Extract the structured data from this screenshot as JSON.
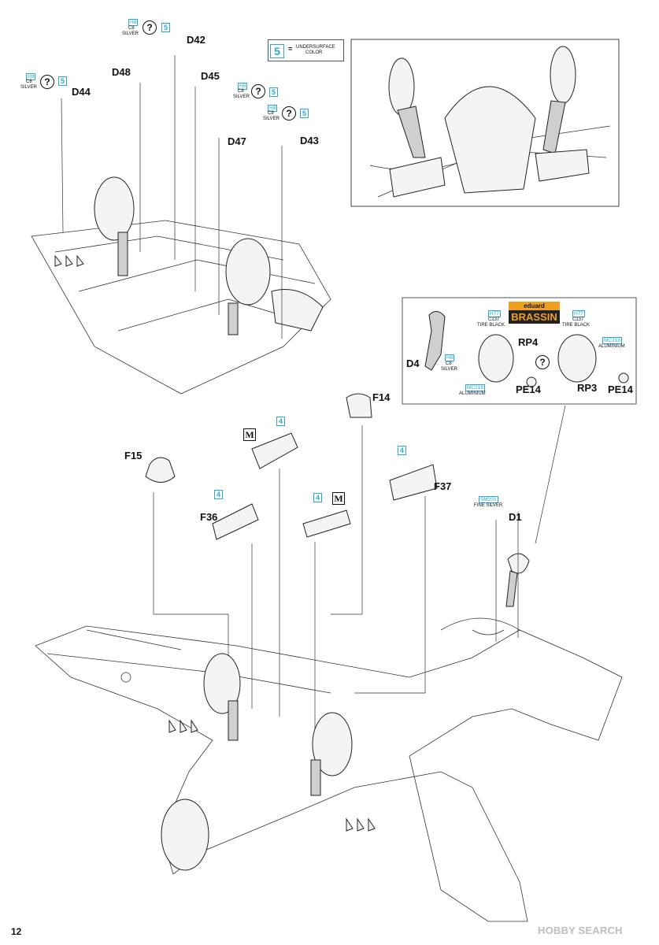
{
  "legend": {
    "number": "5",
    "equals": "=",
    "text_line1": "UNDERSURFACE",
    "text_line2": "COLOR"
  },
  "parts": {
    "d42": "D42",
    "d48": "D48",
    "d45": "D45",
    "d44": "D44",
    "d47": "D47",
    "d43": "D43",
    "f14": "F14",
    "f15": "F15",
    "f36": "F36",
    "f37": "F37",
    "d1": "D1",
    "d4": "D4",
    "rp4": "RP4",
    "rp3": "RP3",
    "pe14a": "PE14",
    "pe14b": "PE14"
  },
  "color_callouts": {
    "d42": {
      "code1": "H8",
      "code2": "C8",
      "name": "SILVER",
      "step": "5",
      "q": "?"
    },
    "d44": {
      "code1": "H8",
      "code2": "C8",
      "name": "SILVER",
      "step": "5",
      "q": "?"
    },
    "d47": {
      "code1": "H8",
      "code2": "C8",
      "name": "SILVER",
      "step": "5",
      "q": "?"
    },
    "d43": {
      "code1": "H8",
      "code2": "C8",
      "name": "SILVER",
      "step": "5",
      "q": "?"
    },
    "d4": {
      "code1": "H8",
      "code2": "C8",
      "name": "SILVER"
    },
    "rp4_tire": {
      "code1": "H77",
      "code2": "C137",
      "name": "TIRE BLACK"
    },
    "rp4_hub": {
      "code1": "MC218",
      "name": "ALUMINIUM"
    },
    "rp3_tire": {
      "code1": "H77",
      "code2": "C137",
      "name": "TIRE BLACK"
    },
    "rp3_hub": {
      "code1": "MC218",
      "name": "ALUMINIUM"
    },
    "pe14_q": "?",
    "d1": {
      "code1": "SM201",
      "name": "FINE SILVER"
    }
  },
  "step_numbers": {
    "f36": "4",
    "f14_part": "4",
    "f37": "4",
    "mid": "4"
  },
  "marks": {
    "m1": "M",
    "m2": "M"
  },
  "brassin": {
    "brand": "eduard",
    "name": "BRASSIN"
  },
  "page_number": "12",
  "watermark": "HOBBY SEARCH",
  "colors": {
    "callout_blue": "#29a8d6",
    "brassin_orange": "#f0a020"
  }
}
